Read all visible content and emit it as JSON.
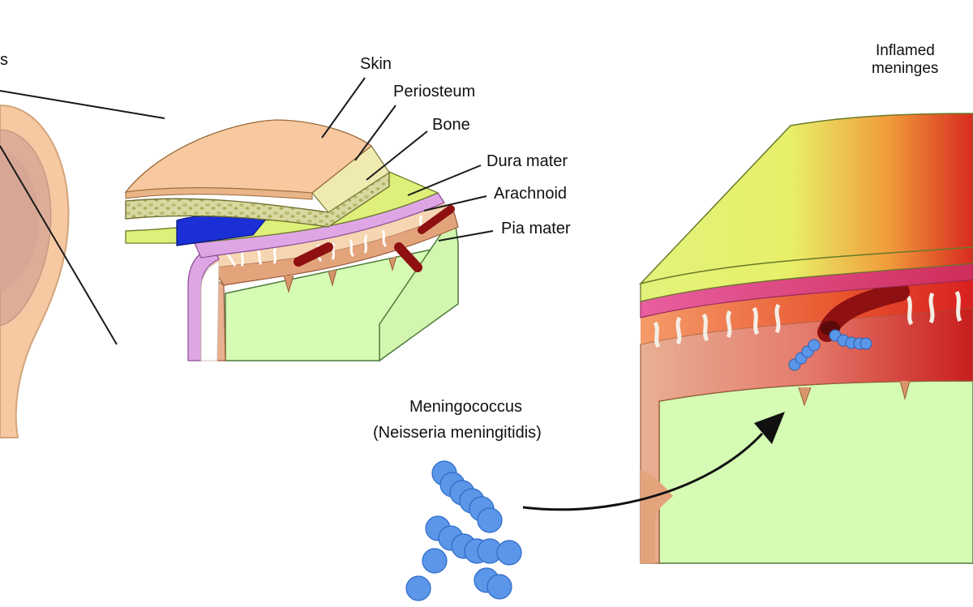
{
  "labels": {
    "top_left_fragment": "s",
    "skin": "Skin",
    "periosteum": "Periosteum",
    "bone": "Bone",
    "dura_mater": "Dura mater",
    "arachnoid": "Arachnoid",
    "pia_mater": "Pia mater",
    "inflamed_line1": "Inflamed",
    "inflamed_line2": "meninges",
    "bacteria_name": "Meningococcus",
    "bacteria_latin": "(Neisseria meningitidis)"
  },
  "colors": {
    "skin": "#f8c9a0",
    "periosteum": "#eeeab0",
    "bone": "#d9dca0",
    "dura": "#dff07a",
    "arachnoid": "#dfa6e6",
    "pia": "#e3a47c",
    "brain": "#d6fbb4",
    "vessel": "#8e1010",
    "venous_sinus": "#1b2fd6",
    "bacteria": "#5b96e8",
    "inflamed_red": "#d62020",
    "head_tissue": "#f6c9a2",
    "head_inner": "#dcae98"
  },
  "icons": {
    "bacteria": "coccus-chain-icon",
    "arrow": "curved-arrow-icon"
  }
}
